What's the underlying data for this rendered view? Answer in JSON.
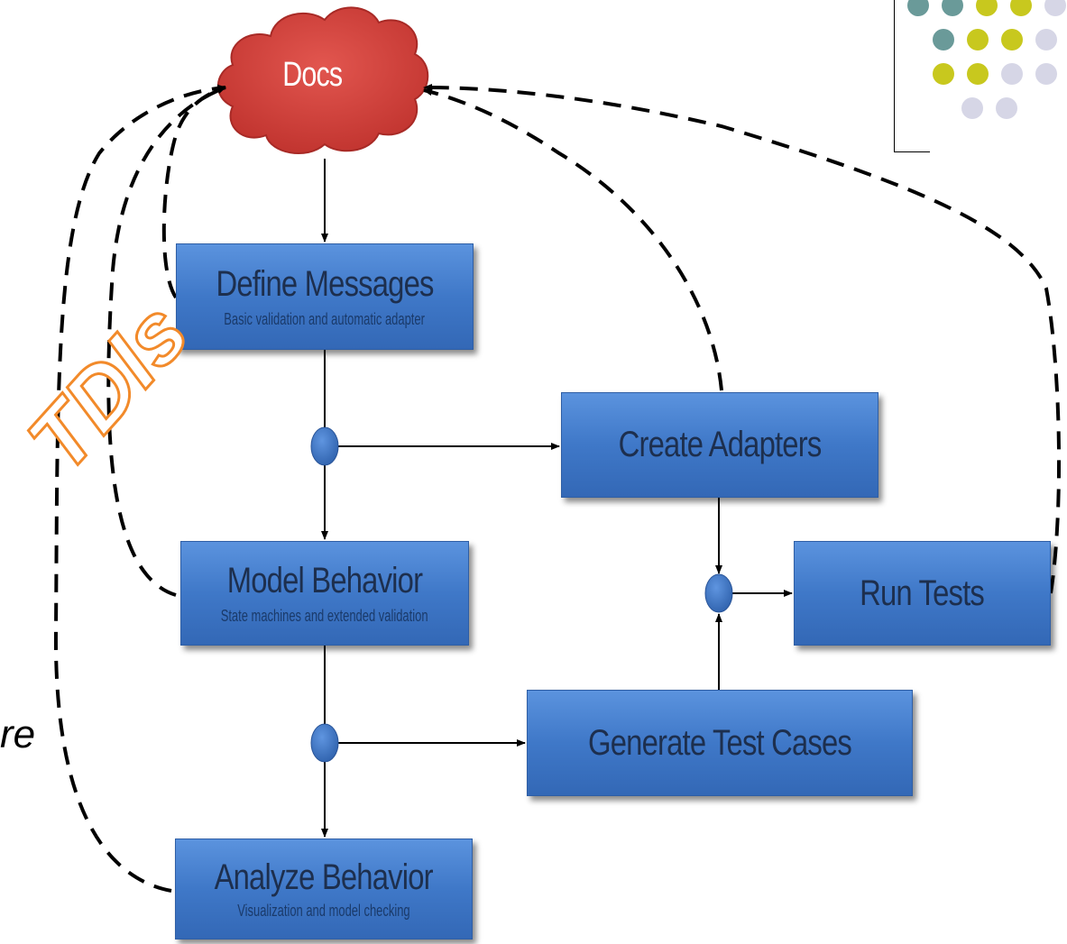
{
  "cloud": {
    "label": "Docs",
    "color": "#d9423c"
  },
  "boxes": {
    "define_messages": {
      "title": "Define Messages",
      "subtitle": "Basic validation and automatic adapter"
    },
    "create_adapters": {
      "title": "Create Adapters",
      "subtitle": ""
    },
    "model_behavior": {
      "title": "Model Behavior",
      "subtitle": "State machines and extended validation"
    },
    "run_tests": {
      "title": "Run Tests",
      "subtitle": ""
    },
    "generate_test_cases": {
      "title": "Generate Test Cases",
      "subtitle": ""
    },
    "analyze_behavior": {
      "title": "Analyze Behavior",
      "subtitle": "Visualization and model checking"
    }
  },
  "watermark": {
    "text": "TDIs",
    "color": "#f28a2a"
  },
  "edge_text": "re",
  "colors": {
    "box": "#3f78c8",
    "junction": "#3a6fc0",
    "teal": "#6a9a99",
    "olive": "#c8c81e",
    "lavender": "#d6d6e6"
  },
  "dot_grid": [
    [
      "teal",
      "teal",
      "olive",
      "olive",
      "lavender"
    ],
    [
      "teal",
      "olive",
      "olive",
      "lavender"
    ],
    [
      "olive",
      "olive",
      "lavender",
      "lavender"
    ],
    [
      "lavender",
      "lavender"
    ]
  ]
}
